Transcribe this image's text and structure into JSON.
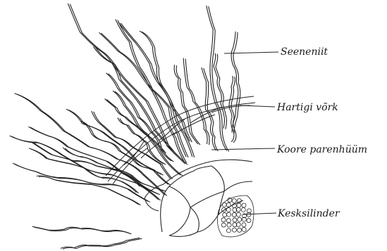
{
  "diagram": {
    "labels": [
      {
        "id": "seeneniit",
        "text": "Seeneniit"
      },
      {
        "id": "hartigi-vork",
        "text": "Hartigi võrk"
      },
      {
        "id": "koore-parenhuum",
        "text": "Koore parenhüüm"
      },
      {
        "id": "kesksilinder",
        "text": "Kesksilinder"
      }
    ]
  }
}
